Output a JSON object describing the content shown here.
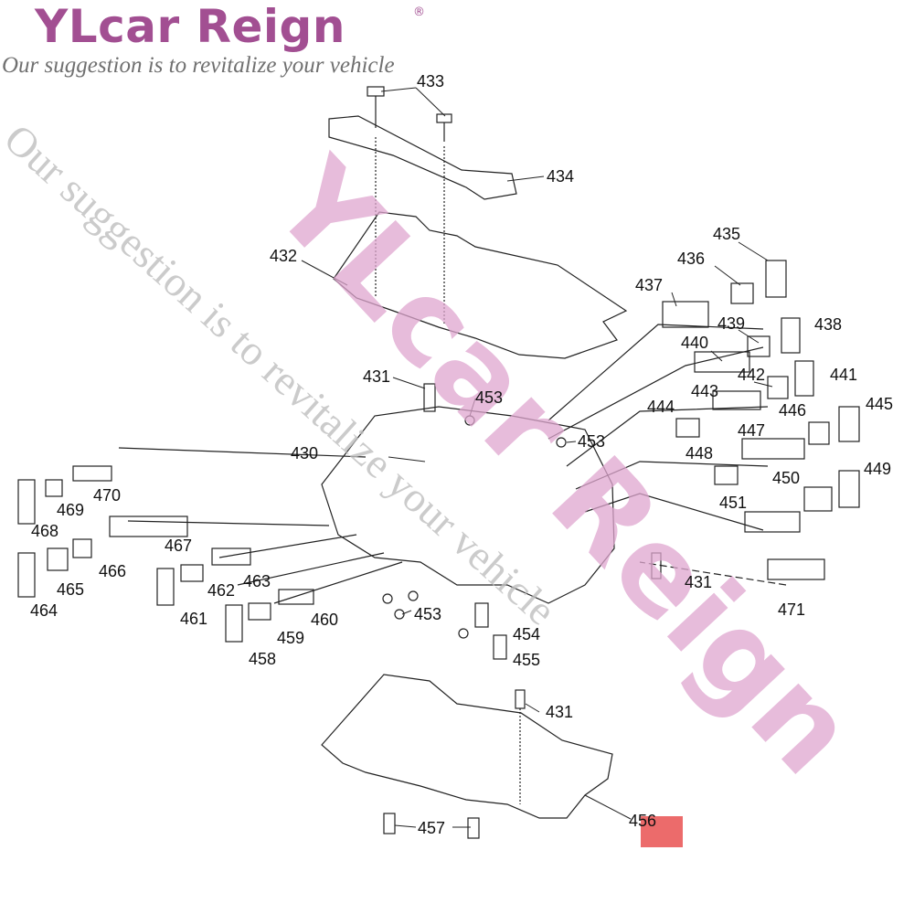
{
  "brand": {
    "name": "YLcar Reign",
    "registered": "®",
    "tagline": "Our suggestion is to revitalize your vehicle",
    "color": "#a24f92"
  },
  "watermark": {
    "big": "YLcar Reign",
    "small": "Our suggestion is to revitalize your vehicle"
  },
  "parts": {
    "p430": "430",
    "p431a": "431",
    "p431b": "431",
    "p431c": "431",
    "p432": "432",
    "p433": "433",
    "p434": "434",
    "p435": "435",
    "p436": "436",
    "p437": "437",
    "p438": "438",
    "p439": "439",
    "p440": "440",
    "p441": "441",
    "p442": "442",
    "p443": "443",
    "p444": "444",
    "p445": "445",
    "p446": "446",
    "p447": "447",
    "p448": "448",
    "p449": "449",
    "p450": "450",
    "p451": "451",
    "p453a": "453",
    "p453b": "453",
    "p453c": "453",
    "p454": "454",
    "p455": "455",
    "p456": "456",
    "p457": "457",
    "p458": "458",
    "p459": "459",
    "p460": "460",
    "p461": "461",
    "p462": "462",
    "p463": "463",
    "p464": "464",
    "p465": "465",
    "p466": "466",
    "p467": "467",
    "p468": "468",
    "p469": "469",
    "p470": "470",
    "p471": "471"
  },
  "colors": {
    "line": "#222222",
    "highlight": "#ec6b6b"
  }
}
